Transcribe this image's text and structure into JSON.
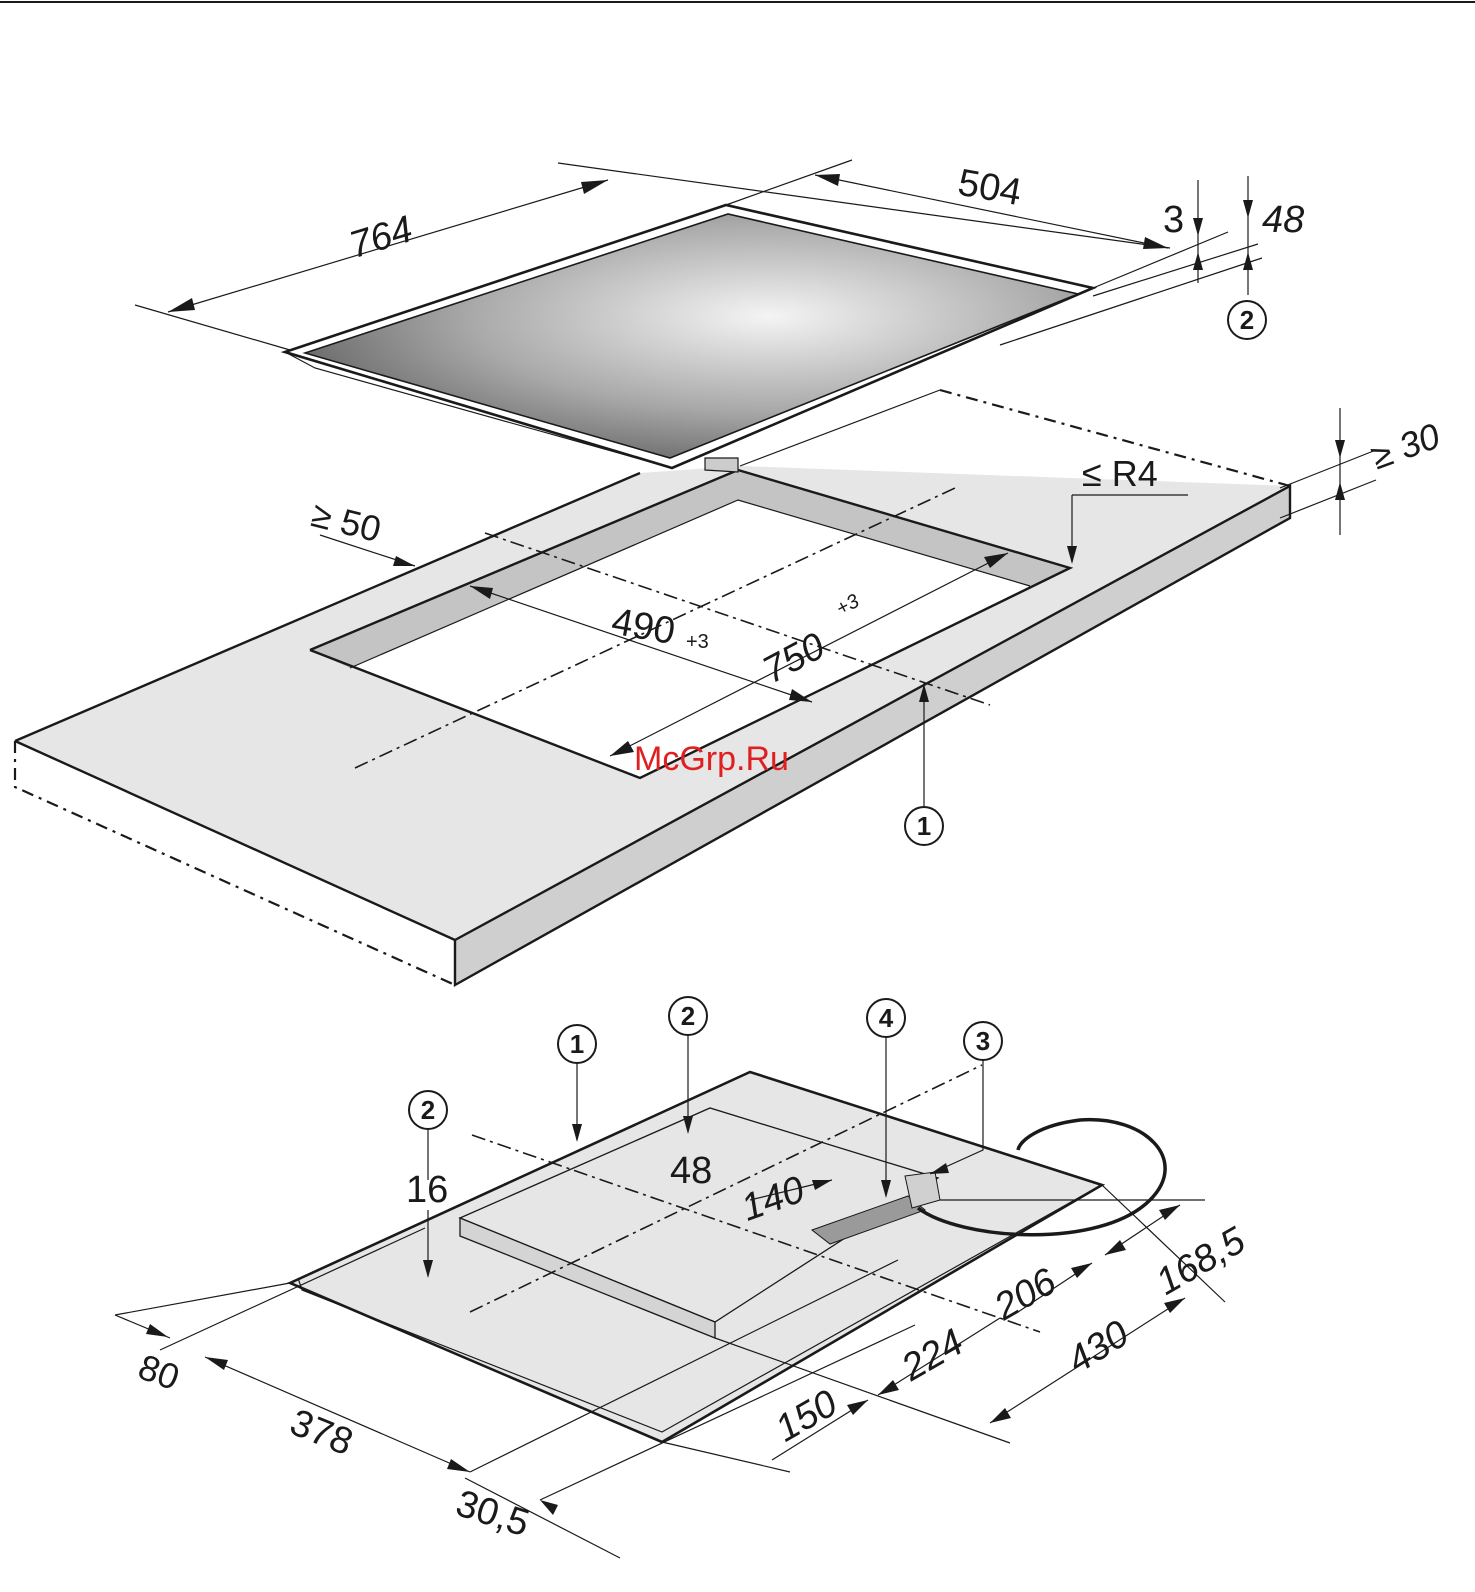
{
  "dimensions": {
    "hob_width": "764",
    "hob_depth": "504",
    "glass_thickness": "3",
    "hob_height": "48",
    "worktop_thickness": "≥ 30",
    "corner_radius": "≤  R4",
    "front_distance": "≥ 50",
    "cutout_depth": "490",
    "cutout_depth_tol": "+3",
    "cutout_width": "750",
    "cutout_width_tol": "+3"
  },
  "underside": {
    "depth_left": "16",
    "depth_center": "48",
    "d_140": "140",
    "d_168_5": "168,5",
    "d_206": "206",
    "d_224": "224",
    "d_430": "430",
    "d_150": "150",
    "d_80": "80",
    "d_378": "378",
    "d_30_5": "30,5"
  },
  "callouts": {
    "c1": "1",
    "c2": "2",
    "c3": "3",
    "c4": "4"
  },
  "watermark": "McGrp.Ru",
  "colors": {
    "line": "#1a1a1a",
    "worktop_fill": "#e6e6e6",
    "edge_fill": "#cfcfcf",
    "watermark": "#e02020"
  }
}
